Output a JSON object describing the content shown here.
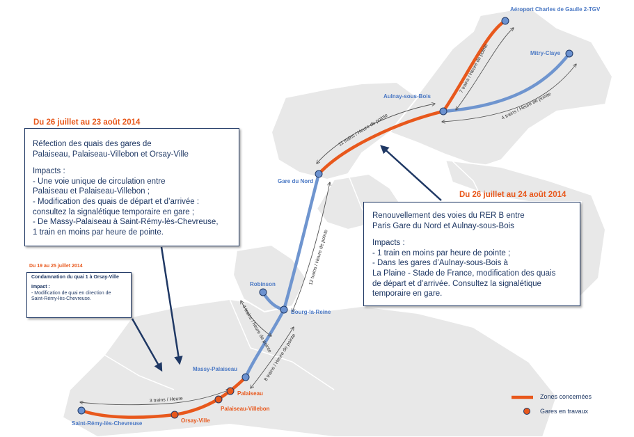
{
  "colors": {
    "works_orange": "#e8581c",
    "line_blue": "#6f95cf",
    "station_blue": "#6c92d0",
    "navy": "#1f3864",
    "station_label": "#4a78c4",
    "land": "#e9e9e9"
  },
  "stations": {
    "cdg": "Aéroport Charles de Gaulle 2-TGV",
    "mitry": "Mitry-Claye",
    "aulnay": "Aulnay-sous-Bois",
    "gare_du_nord": "Gare du Nord",
    "robinson": "Robinson",
    "bourg_la_reine": "Bourg-la-Reine",
    "massy": "Massy-Palaiseau",
    "palaiseau": "Palaiseau",
    "palaiseau_villebon": "Palaiseau-Villebon",
    "orsay": "Orsay-Ville",
    "st_remy": "Saint-Rémy-lès-Chevreuse"
  },
  "frequencies": {
    "cdg_branch": "7 trains / Heure de pointe",
    "mitry_branch": "4 trains / Heure de pointe",
    "north": "11 trains / Heure de pointe",
    "central": "12 trains / Heure de pointe",
    "robinson_branch": "4 trains / heure de pointe",
    "massy_bourg": "8 trains / Heure de pointe",
    "st_remy": "3 trains / Heure"
  },
  "box1": {
    "date": "Du 26 juillet  au 23 août 2014",
    "title_lines": [
      "Réfection des quais des gares de",
      "Palaiseau, Palaiseau-Villebon et Orsay-Ville"
    ],
    "impacts_heading": "Impacts :",
    "impact_lines": [
      "- Une voie unique de circulation entre",
      "Palaiseau et Palaiseau-Villebon ;",
      "- Modification des quais de départ et d’arrivée :",
      "consultez la signalétique temporaire en gare ;",
      "- De Massy-Palaiseau à Saint-Rémy-lès-Chevreuse,",
      "1 train en moins par heure de pointe."
    ]
  },
  "box2": {
    "date": "Du 26 juillet  au 24 août 2014",
    "title_lines": [
      "Renouvellement des voies du RER B entre",
      "Paris Gare du Nord et Aulnay-sous-Bois"
    ],
    "impacts_heading": "Impacts :",
    "impact_lines": [
      "- 1 train en moins par heure de pointe ;",
      "- Dans les gares d’Aulnay-sous-Bois à",
      "La Plaine - Stade de France, modification des quais",
      "de départ et d’arrivée. Consultez la signalétique",
      "temporaire en gare."
    ]
  },
  "box3": {
    "date": "Du 19 au 25 juillet 2014",
    "title": "Condamnation du quai 1 à Orsay-Ville",
    "impacts_heading": "Impact :",
    "impact_lines": [
      "- Modification de quai en direction de",
      "Saint-Rémy-lès-Chevreuse."
    ]
  },
  "legend": {
    "zones": "Zones concernées",
    "gares": "Gares en travaux"
  }
}
